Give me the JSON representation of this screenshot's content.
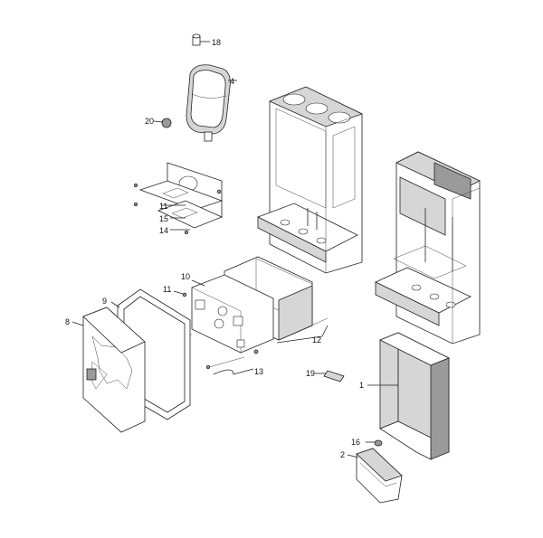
{
  "diagram": {
    "callouts": [
      {
        "id": "c18",
        "label": "18"
      },
      {
        "id": "c4",
        "label": "4"
      },
      {
        "id": "c20",
        "label": "20"
      },
      {
        "id": "c11a",
        "label": "11"
      },
      {
        "id": "c15",
        "label": "15"
      },
      {
        "id": "c14",
        "label": "14"
      },
      {
        "id": "c10",
        "label": "10"
      },
      {
        "id": "c11b",
        "label": "11"
      },
      {
        "id": "c9",
        "label": "9"
      },
      {
        "id": "c8",
        "label": "8"
      },
      {
        "id": "c12",
        "label": "12"
      },
      {
        "id": "c13",
        "label": "13"
      },
      {
        "id": "c19",
        "label": "19"
      },
      {
        "id": "c1",
        "label": "1"
      },
      {
        "id": "c16",
        "label": "16"
      },
      {
        "id": "c2",
        "label": "2"
      }
    ]
  }
}
